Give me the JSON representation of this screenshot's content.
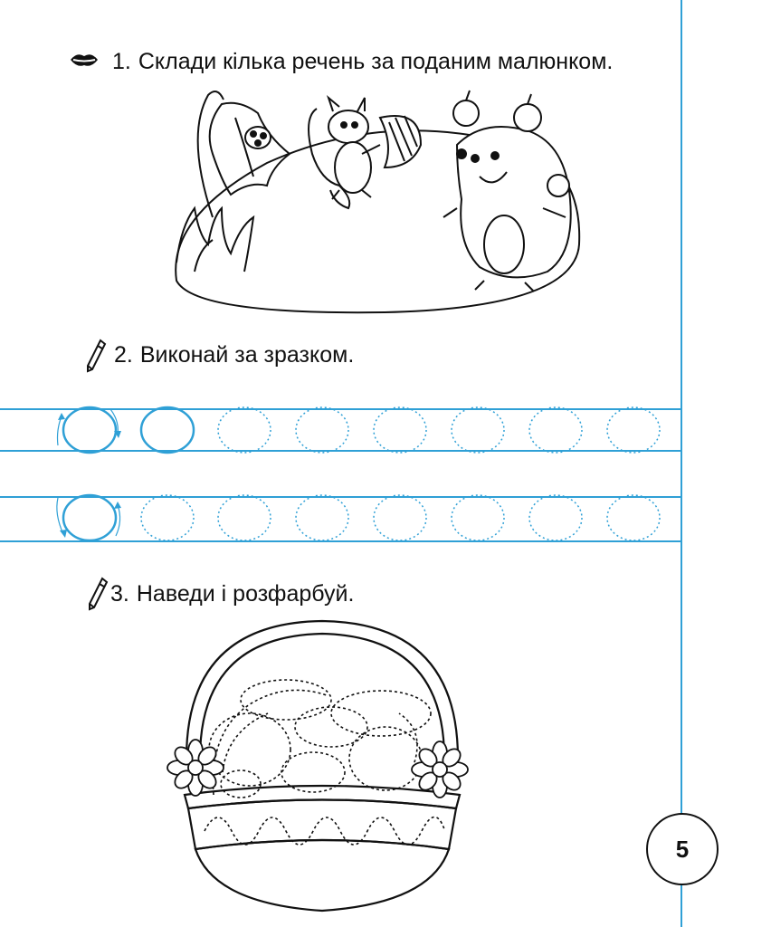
{
  "tasks": [
    {
      "number": "1.",
      "text": "Склади кілька речень за поданим малюнком.",
      "icon": "lips-icon"
    },
    {
      "number": "2.",
      "text": "Виконай за зразком.",
      "icon": "pencil-icon"
    },
    {
      "number": "3.",
      "text": "Наведи і розфарбуй.",
      "icon": "pencil-icon"
    }
  ],
  "page_number": "5",
  "colors": {
    "accent": "#2fa0d6",
    "ink": "#111111"
  }
}
